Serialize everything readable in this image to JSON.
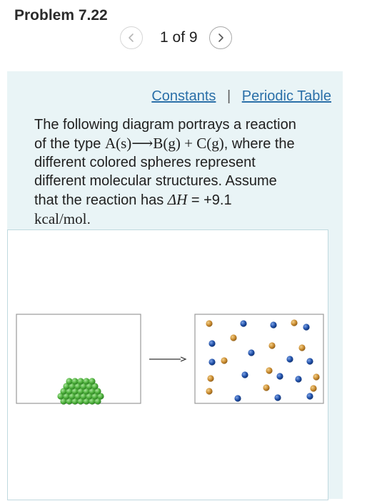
{
  "problem": {
    "title": "Problem 7.22"
  },
  "pager": {
    "prev_icon": "chevron-left-icon",
    "text": "1 of 9",
    "next_icon": "chevron-right-icon"
  },
  "links": {
    "constants": "Constants",
    "separator": "|",
    "periodic_table": "Periodic Table"
  },
  "text": {
    "line1": "The following diagram portrays a reaction",
    "line2_prefix": "of the type ",
    "line2_equation": "A(s)⟶B(g) + C(g)",
    "line2_suffix": ", where the",
    "line3": "different colored spheres represent",
    "line4": "different molecular structures. Assume",
    "line5_prefix": "that the reaction has ",
    "line5_symbol": "ΔH",
    "line5_suffix": " = +9.1",
    "line6_unit": "kcal/mol",
    "line6_end": "."
  },
  "diagram": {
    "arrow_icon": "reaction-arrow-icon",
    "colors": {
      "green": "#4caf3a",
      "blue": "#1f4fa8",
      "orange": "#c98a2e",
      "border": "#9a9a9a",
      "panel_bg": "#e9f4f6",
      "link": "#2a6fa8"
    }
  }
}
